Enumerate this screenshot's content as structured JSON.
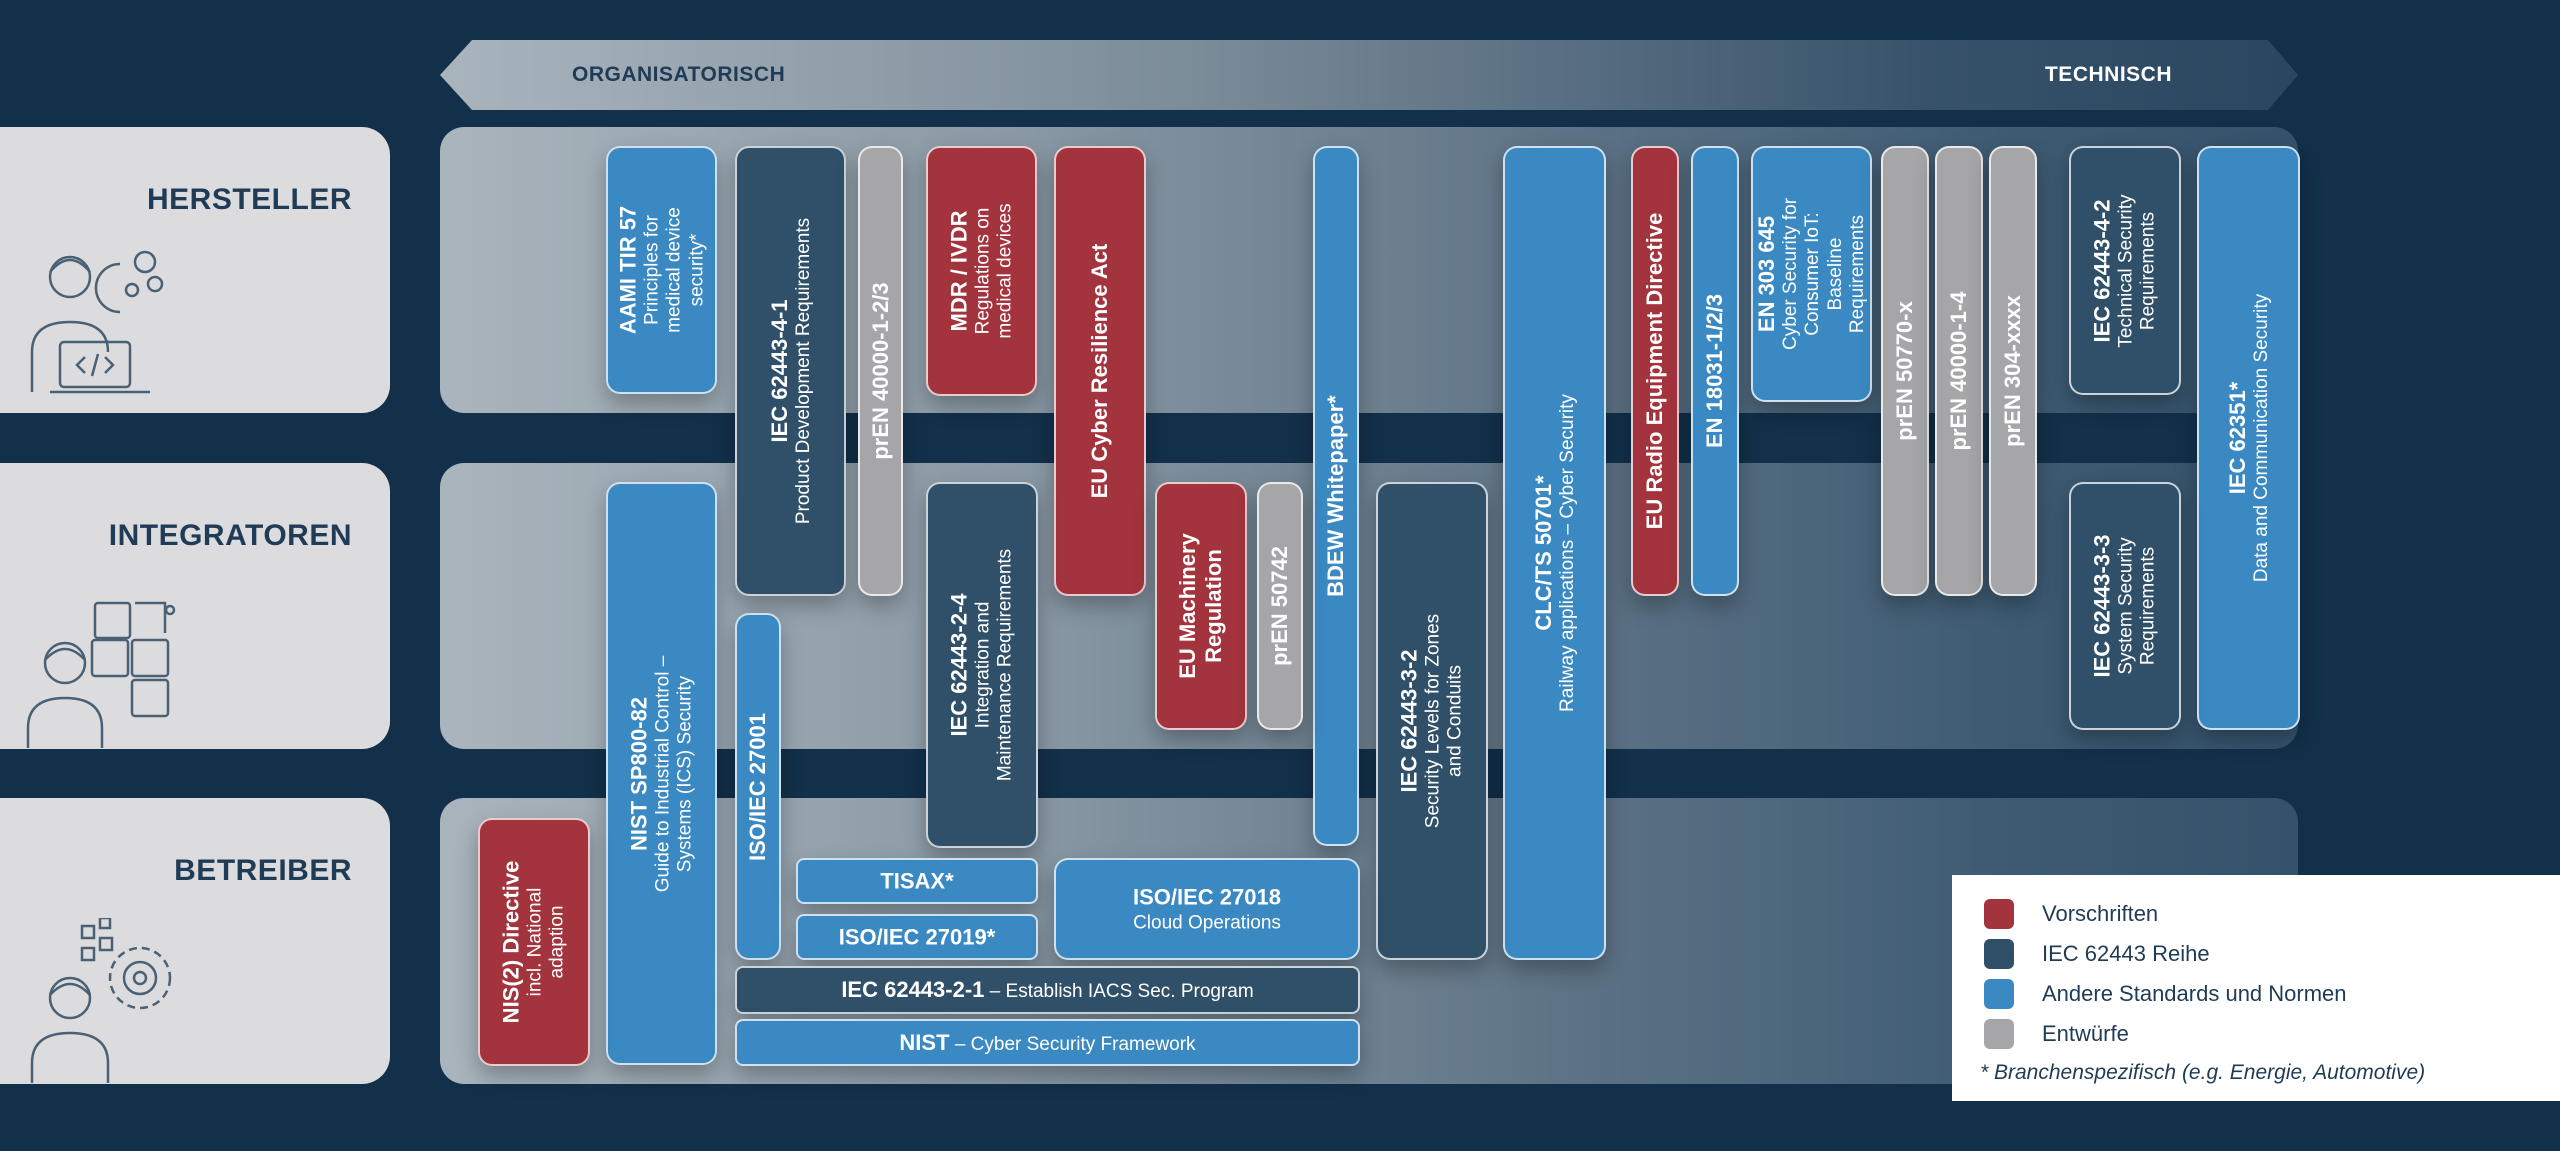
{
  "axis": {
    "left_label": "ORGANISATORISCH",
    "right_label": "TECHNISCH"
  },
  "rows": [
    {
      "label": "HERSTELLER",
      "icon": "developer-icon"
    },
    {
      "label": "INTEGRATOREN",
      "icon": "puzzle-person-icon"
    },
    {
      "label": "BETREIBER",
      "icon": "gear-person-icon"
    }
  ],
  "colors": {
    "vorschriften": "#a3333c",
    "iec62443": "#2f5068",
    "andere": "#3a89c2",
    "entwuerfe": "#a6a6a8"
  },
  "boxes": {
    "aami": {
      "title": "AAMI TIR 57",
      "sub1": "Principles for",
      "sub2": "medical device",
      "sub3": "security*"
    },
    "iec_4_1": {
      "title": "IEC 62443-4-1",
      "sub": "Product Development Requirements"
    },
    "pren40000_123": {
      "title": "prEN 40000-1-2/3"
    },
    "mdr": {
      "title": "MDR / IVDR",
      "sub1": "Regulations on",
      "sub2": "medical devices"
    },
    "eu_cra": {
      "title": "EU Cyber Resilience Act"
    },
    "bdew": {
      "title": "BDEW Whitepaper*"
    },
    "clc": {
      "title": "CLC/TS 50701*",
      "sub": "Railway applications – Cyber Security"
    },
    "eu_red": {
      "title": "EU Radio Equipment Directive"
    },
    "en18031": {
      "title": "EN 18031-1/2/3"
    },
    "en303645": {
      "title": "EN 303 645",
      "sub1": "Cyber Security for",
      "sub2": "Consumer IoT:",
      "sub3": "Baseline",
      "sub4": "Requirements"
    },
    "pren50770": {
      "title": "prEN 50770-x"
    },
    "pren40000_4": {
      "title": "prEN 40000-1-4"
    },
    "pren304": {
      "title": "prEN 304-xxxx"
    },
    "iec_4_2": {
      "title": "IEC 62443-4-2",
      "sub1": "Technical Security",
      "sub2": "Requirements"
    },
    "iec62351": {
      "title": "IEC 62351*",
      "sub": "Data and Communication Security"
    },
    "nist_sp": {
      "title": "NIST SP800-82",
      "sub1": "Guide to Industrial Control –",
      "sub2": "Systems (ICS) Security"
    },
    "iso27001": {
      "title": "ISO/IEC 27001"
    },
    "iec_2_4": {
      "title": "IEC 62443-2-4",
      "sub1": "Integration and",
      "sub2": "Maintenance Requirements"
    },
    "eu_mach": {
      "title1": "EU Machinery",
      "title2": "Regulation"
    },
    "pren50742": {
      "title": "prEN 50742"
    },
    "iec_3_2": {
      "title": "IEC 62443-3-2",
      "sub1": "Security Levels for Zones",
      "sub2": "and Conduits"
    },
    "iec_3_3": {
      "title": "IEC 62443-3-3",
      "sub1": "System Security",
      "sub2": "Requirements"
    },
    "nis2": {
      "title": "NIS(2) Directive",
      "sub1": "incl. National",
      "sub2": "adaption"
    },
    "tisax": {
      "title": "TISAX*"
    },
    "iso27019": {
      "title": "ISO/IEC 27019*"
    },
    "iso27018": {
      "title": "ISO/IEC 27018",
      "sub": "Cloud Operations"
    },
    "iec_2_1": {
      "title": "IEC 62443-2-1",
      "sub": " – Establish IACS Sec. Program"
    },
    "nist_csf": {
      "title": "NIST",
      "sub": " – Cyber Security Framework"
    }
  },
  "legend": {
    "items": [
      "Vorschriften",
      "IEC 62443 Reihe",
      "Andere Standards und Normen",
      "Entwürfe"
    ],
    "note": "* Branchenspezifisch (e.g. Energie, Automotive)"
  }
}
